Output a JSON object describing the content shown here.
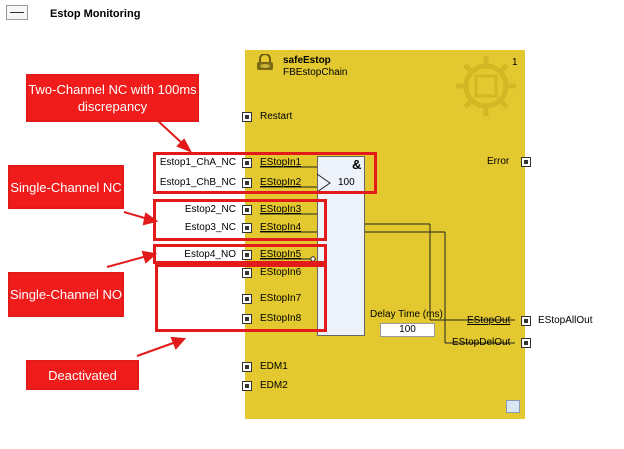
{
  "header": {
    "collapse_symbol": "—",
    "title": "Estop Monitoring"
  },
  "block": {
    "type": "safeEstop",
    "name": "FBEstopChain",
    "id": "1",
    "and_symbol": "&",
    "and_value": "100",
    "delay_label": "Delay Time (ms)",
    "delay_value": "100",
    "inputs": [
      {
        "port": "Restart",
        "var": ""
      },
      {
        "port": "EStopIn1",
        "var": "Estop1_ChA_NC"
      },
      {
        "port": "EStopIn2",
        "var": "Estop1_ChB_NC"
      },
      {
        "port": "EStopIn3",
        "var": "Estop2_NC"
      },
      {
        "port": "EStopIn4",
        "var": "Estop3_NC"
      },
      {
        "port": "EStopIn5",
        "var": "Estop4_NO"
      },
      {
        "port": "EStopIn6",
        "var": ""
      },
      {
        "port": "EStopIn7",
        "var": ""
      },
      {
        "port": "EStopIn8",
        "var": ""
      },
      {
        "port": "EDM1",
        "var": ""
      },
      {
        "port": "EDM2",
        "var": ""
      }
    ],
    "outputs": [
      {
        "port": "Error",
        "var": ""
      },
      {
        "port": "EStopOut",
        "var": "EStopAllOut"
      },
      {
        "port": "EStopDelOut",
        "var": ""
      }
    ]
  },
  "annotations": {
    "two_channel": "Two-Channel NC with 100ms discrepancy",
    "single_nc": "Single-Channel NC",
    "single_no": "Single-Channel NO",
    "deactivated": "Deactivated"
  },
  "colors": {
    "block_fill": "#e3c92f",
    "annotation_red": "#f01c1c",
    "and_box": "#eef3fb"
  }
}
